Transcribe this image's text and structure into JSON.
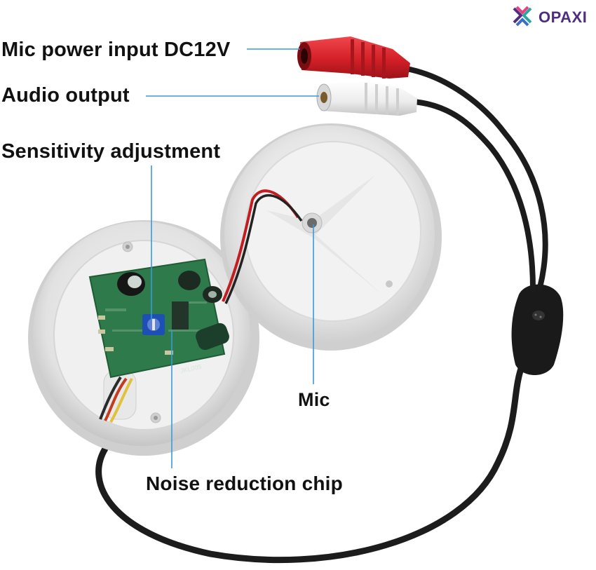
{
  "labels": {
    "mic_power_input": "Mic power input DC12V",
    "audio_output": "Audio output",
    "sensitivity_adjustment": "Sensitivity adjustment",
    "mic": "Mic",
    "noise_reduction_chip": "Noise reduction chip"
  },
  "logo": {
    "text": "OPAXI"
  },
  "pcb_marking": "JKL005",
  "colors": {
    "leader_line": "#3a9ad9",
    "plug_red": "#d9232b",
    "plug_white": "#f2f2f2",
    "pcb_green": "#2f7a4a",
    "housing": "#e3e3e3",
    "cable": "#1c1c1c"
  }
}
